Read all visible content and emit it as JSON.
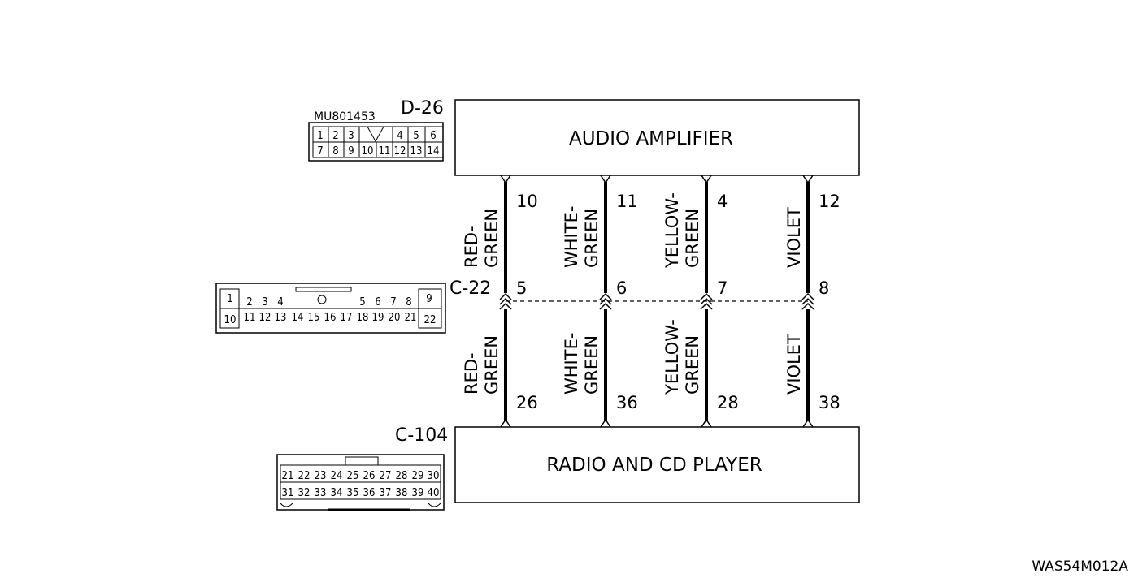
{
  "units": {
    "amplifier": {
      "label": "AUDIO AMPLIFIER"
    },
    "radio": {
      "label": "RADIO AND CD PLAYER"
    }
  },
  "connectors": {
    "d26": {
      "id": "D-26",
      "part_number": "MU801453",
      "pins_top": [
        "1",
        "2",
        "3",
        "4",
        "5",
        "6"
      ],
      "pins_bottom": [
        "7",
        "8",
        "9",
        "10",
        "11",
        "12",
        "13",
        "14"
      ]
    },
    "c22": {
      "id": "C-22",
      "pins_top": [
        "1",
        "2",
        "3",
        "4",
        "5",
        "6",
        "7",
        "8",
        "9"
      ],
      "pins_bottom": [
        "10",
        "11",
        "12",
        "13",
        "14",
        "15",
        "16",
        "17",
        "18",
        "19",
        "20",
        "21",
        "22"
      ]
    },
    "c104": {
      "id": "C-104",
      "pins_top": [
        "21",
        "22",
        "23",
        "24",
        "25",
        "26",
        "27",
        "28",
        "29",
        "30"
      ],
      "pins_bottom": [
        "31",
        "32",
        "33",
        "34",
        "35",
        "36",
        "37",
        "38",
        "39",
        "40"
      ]
    }
  },
  "wires": [
    {
      "color_line1": "RED-",
      "color_line2": "GREEN",
      "pin_amp": "10",
      "pin_mid": "5",
      "pin_radio": "26"
    },
    {
      "color_line1": "WHITE-",
      "color_line2": "GREEN",
      "pin_amp": "11",
      "pin_mid": "6",
      "pin_radio": "36"
    },
    {
      "color_line1": "YELLOW-",
      "color_line2": "GREEN",
      "pin_amp": "4",
      "pin_mid": "7",
      "pin_radio": "28"
    },
    {
      "color_line1": "",
      "color_line2": "VIOLET",
      "pin_amp": "12",
      "pin_mid": "8",
      "pin_radio": "38"
    }
  ],
  "figure_code": "WAS54M012A"
}
